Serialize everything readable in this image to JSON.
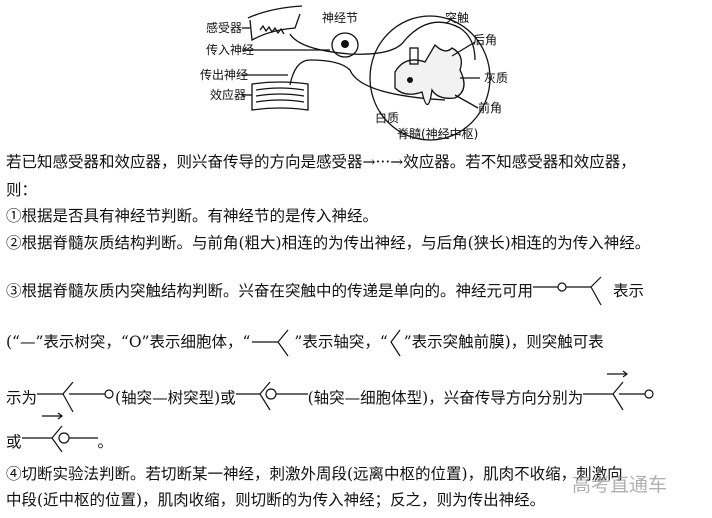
{
  "diagram": {
    "labels": {
      "receptor": "感受器",
      "afferent": "传入神经",
      "efferent": "传出神经",
      "effector": "效应器",
      "ganglion": "神经节",
      "synapse": "突触",
      "dorsal_horn": "后角",
      "gray_matter": "灰质",
      "ventral_horn": "前角",
      "white_matter": "白质",
      "spinal_cord": "脊髓(神经中枢)"
    }
  },
  "text": {
    "l1": "若已知感受器和效应器，则兴奋传导的方向是感受器→···→效应器。若不知感受器和效应器，",
    "l2": "则：",
    "l3": "①根据是否具有神经节判断。有神经节的是传入神经。",
    "l4": "②根据脊髓灰质结构判断。与前角(粗大)相连的为传出神经，与后角(狭长)相连的为传入神经。",
    "l5a": "③根据脊髓灰质内突触结构判断。兴奋在突触中的传递是单向的。神经元可用",
    "l5b": "表示",
    "l6a": "(“—”表示树突，“O”表示细胞体，“",
    "l6b": "”表示轴突，“",
    "l6c": "”表示突触前膜)，则突触可表",
    "l7a": "示为",
    "l7b": "(轴突—树突型)或",
    "l7c": "(轴突—细胞体型)，兴奋传导方向分别为",
    "l8a": "或",
    "l8b": "。",
    "l9": "④切断实验法判断。若切断某一神经，刺激外周段(远离中枢的位置)，肌肉不收缩，刺激向",
    "l10": "中段(近中枢的位置)，肌肉收缩，则切断的为传入神经；反之，则为传出神经。"
  },
  "watermark": "高考直通车"
}
